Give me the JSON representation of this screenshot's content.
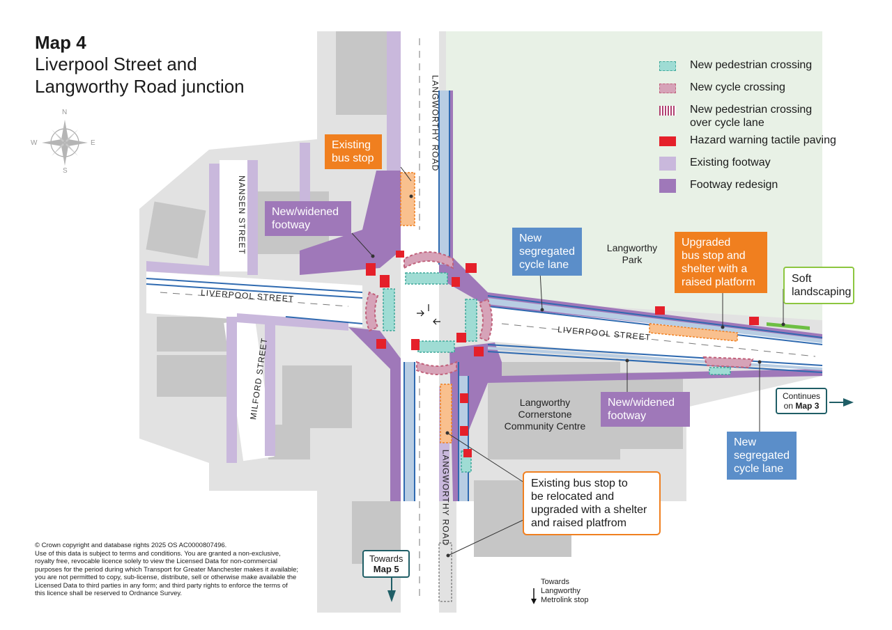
{
  "title": {
    "line1": "Map 4",
    "line2": "Liverpool Street and",
    "line3": "Langworthy Road junction"
  },
  "compass": {
    "n": "N",
    "e": "E",
    "s": "S",
    "w": "W"
  },
  "legend": [
    {
      "label": "New pedestrian crossing",
      "icon": "teal-dashed-swatch",
      "color": "#9fdcd4"
    },
    {
      "label": "New cycle crossing",
      "icon": "red-dashed-swatch",
      "color": "#c0607a"
    },
    {
      "label_line1": "New pedestrian crossing",
      "label_line2": "over cycle lane",
      "icon": "striped-swatch",
      "color": "#b04070"
    },
    {
      "label": "Hazard warning tactile paving",
      "icon": "red-swatch",
      "color": "#e5202a"
    },
    {
      "label": "Existing footway",
      "icon": "light-purple-swatch",
      "color": "#c9b8dc"
    },
    {
      "label": "Footway redesign",
      "icon": "purple-swatch",
      "color": "#9f78b9"
    }
  ],
  "callouts": {
    "existing_bus_stop": {
      "line1": "Existing",
      "line2": "bus stop"
    },
    "new_widened_footway_1": {
      "line1": "New/widened",
      "line2": "footway"
    },
    "new_segregated_cycle_lane_1": {
      "line1": "New",
      "line2": "segregated",
      "line3": "cycle lane"
    },
    "upgraded_bus_stop": {
      "line1": "Upgraded",
      "line2": "bus stop and",
      "line3": "shelter with a",
      "line4": "raised platform"
    },
    "soft_landscaping": {
      "line1": "Soft",
      "line2": "landscaping"
    },
    "new_widened_footway_2": {
      "line1": "New/widened",
      "line2": "footway"
    },
    "new_segregated_cycle_lane_2": {
      "line1": "New",
      "line2": "segregated",
      "line3": "cycle lane"
    },
    "relocated_bus_stop": {
      "line1": "Existing bus stop to",
      "line2": "be relocated and",
      "line3": "upgraded with a shelter",
      "line4": "and raised platfrom"
    }
  },
  "streets": {
    "langworthy_road_north": "LANGWORTHY ROAD",
    "langworthy_road_south": "LANGWORTHY ROAD",
    "liverpool_street_west": "LIVERPOOL STREET",
    "liverpool_street_east": "LIVERPOOL STREET",
    "nansen_street": "NANSEN STREET",
    "milford_street": "MILFORD STREET"
  },
  "places": {
    "park": {
      "line1": "Langworthy",
      "line2": "Park"
    },
    "community_centre": {
      "line1": "Langworthy",
      "line2": "Cornerstone",
      "line3": "Community Centre"
    }
  },
  "navigation": {
    "continues": {
      "line1": "Continues",
      "line2_prefix": "on ",
      "line2_bold": "Map 3"
    },
    "towards_map5": {
      "line1": "Towards",
      "line2": "Map 5"
    },
    "towards_metrolink": {
      "line1": "Towards",
      "line2": "Langworthy",
      "line3": "Metrolink stop"
    }
  },
  "copyright": {
    "line1": "© Crown copyright and database rights 2025 OS AC0000807496.",
    "body": "Use of this data is subject to terms and conditions. You are granted a non-exclusive, royalty free, revocable licence solely to view the Licensed Data for non-commercial purposes for the period during which Transport for Greater Manchester makes it available; you are not permitted to copy, sub-license, distribute, sell or otherwise make available the Licensed Data to third parties in any form; and third party rights to enforce the terms of this licence shall be reserved to Ordnance Survey."
  },
  "colors": {
    "existing_footway": "#c9b8dc",
    "footway_redesign": "#9f78b9",
    "cycle_lane": "#2f6ab0",
    "bus_stop": "#f9c08e",
    "park": "#e8f1e6",
    "building": "#c8c8c8",
    "ground": "#e2e2e2",
    "road": "#ffffff",
    "teal": "#1f5e66"
  }
}
